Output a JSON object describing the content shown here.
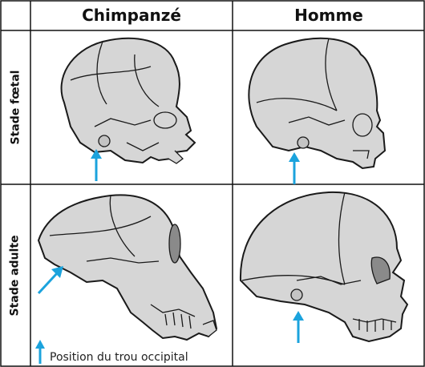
{
  "columns": [
    "Chimpanzé",
    "Homme"
  ],
  "rows": [
    "Stade fœtal",
    "Stade adulte"
  ],
  "legend": {
    "text": "Position du trou occipital",
    "icon": "arrow-up-icon"
  },
  "colors": {
    "skull_fill": "#d6d6d6",
    "skull_stroke": "#1a1a1a",
    "arrow": "#1ba3dd",
    "orbit_shade": "#8a8a8a"
  },
  "panels": [
    {
      "species": "Chimpanzé",
      "stage": "Stade fœtal",
      "arrow": "vertical"
    },
    {
      "species": "Homme",
      "stage": "Stade fœtal",
      "arrow": "vertical"
    },
    {
      "species": "Chimpanzé",
      "stage": "Stade adulte",
      "arrow": "oblique"
    },
    {
      "species": "Homme",
      "stage": "Stade adulte",
      "arrow": "vertical"
    }
  ]
}
